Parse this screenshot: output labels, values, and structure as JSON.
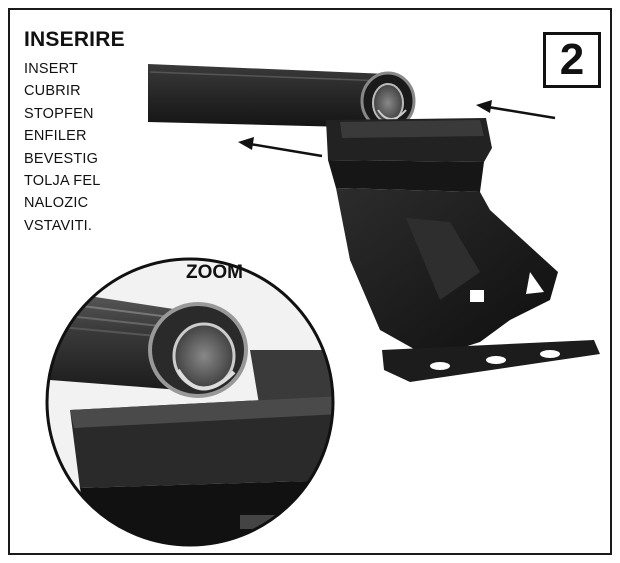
{
  "header": {
    "title": "INSERIRE",
    "languages": [
      "INSERT",
      "CUBRIR",
      "STOPFEN",
      "ENFILER",
      "BEVESTIG",
      "TOLJA FEL",
      "NALOZIC",
      "VSTAVITI."
    ]
  },
  "step": {
    "number": "2"
  },
  "zoom": {
    "label": "ZOOM"
  },
  "icons": {
    "arrow_right": "arrow-left-icon",
    "arrow_left": "arrow-left-icon"
  },
  "colors": {
    "ink": "#111111",
    "bar": "#2b2b2b",
    "foot": "#1c1c1c"
  }
}
